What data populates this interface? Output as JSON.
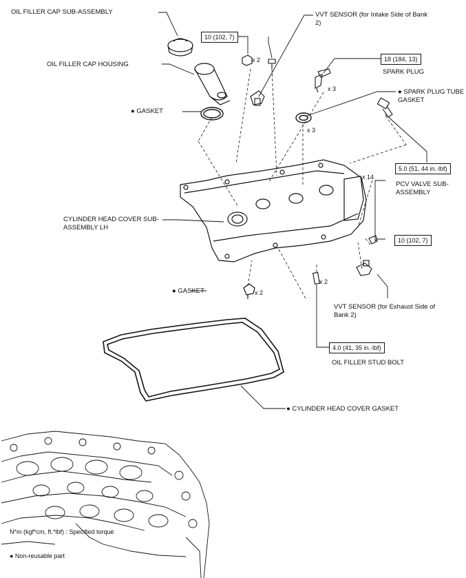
{
  "labels": {
    "oil_filler_cap": "OIL FILLER CAP SUB-ASSEMBLY",
    "oil_filler_cap_housing": "OIL FILLER CAP HOUSING",
    "gasket_1": "● GASKET",
    "vvt_intake": "VVT SENSOR (for Intake Side of Bank 2)",
    "spark_plug": "SPARK PLUG",
    "spark_plug_tube_gasket": "● SPARK PLUG TUBE GASKET",
    "pcv_valve": "PCV VALVE SUB-ASSEMBLY",
    "cylinder_head_cover": "CYLINDER HEAD COVER SUB-ASSEMBLY LH",
    "gasket_2": "● GASKET",
    "vvt_exhaust": "VVT SENSOR (for Exhaust Side of Bank 2)",
    "oil_filler_stud": "OIL FILLER STUD BOLT",
    "cover_gasket": "● CYLINDER HEAD COVER GASKET"
  },
  "torques": {
    "vvt_bolt_top": "10 (102, 7)",
    "spark_plug": "18 (184, 13)",
    "pcv": "5.0 (51, 44 in.·lbf)",
    "cover_bolt": "10 (102, 7)",
    "stud_bolt": "4.0 (41, 35 in.·lbf)"
  },
  "quantities": {
    "vvt_bolts": "x 2",
    "spark_plugs": "x 3",
    "tube_gaskets": "x 3",
    "cover_bolts": "x 14",
    "studs": "x 2",
    "gaskets": "x 2"
  },
  "legend": {
    "torque_units": "N*m (kgf*cm, ft.*lbf) : Specified torque",
    "non_reusable": "● Non-reusable part"
  }
}
